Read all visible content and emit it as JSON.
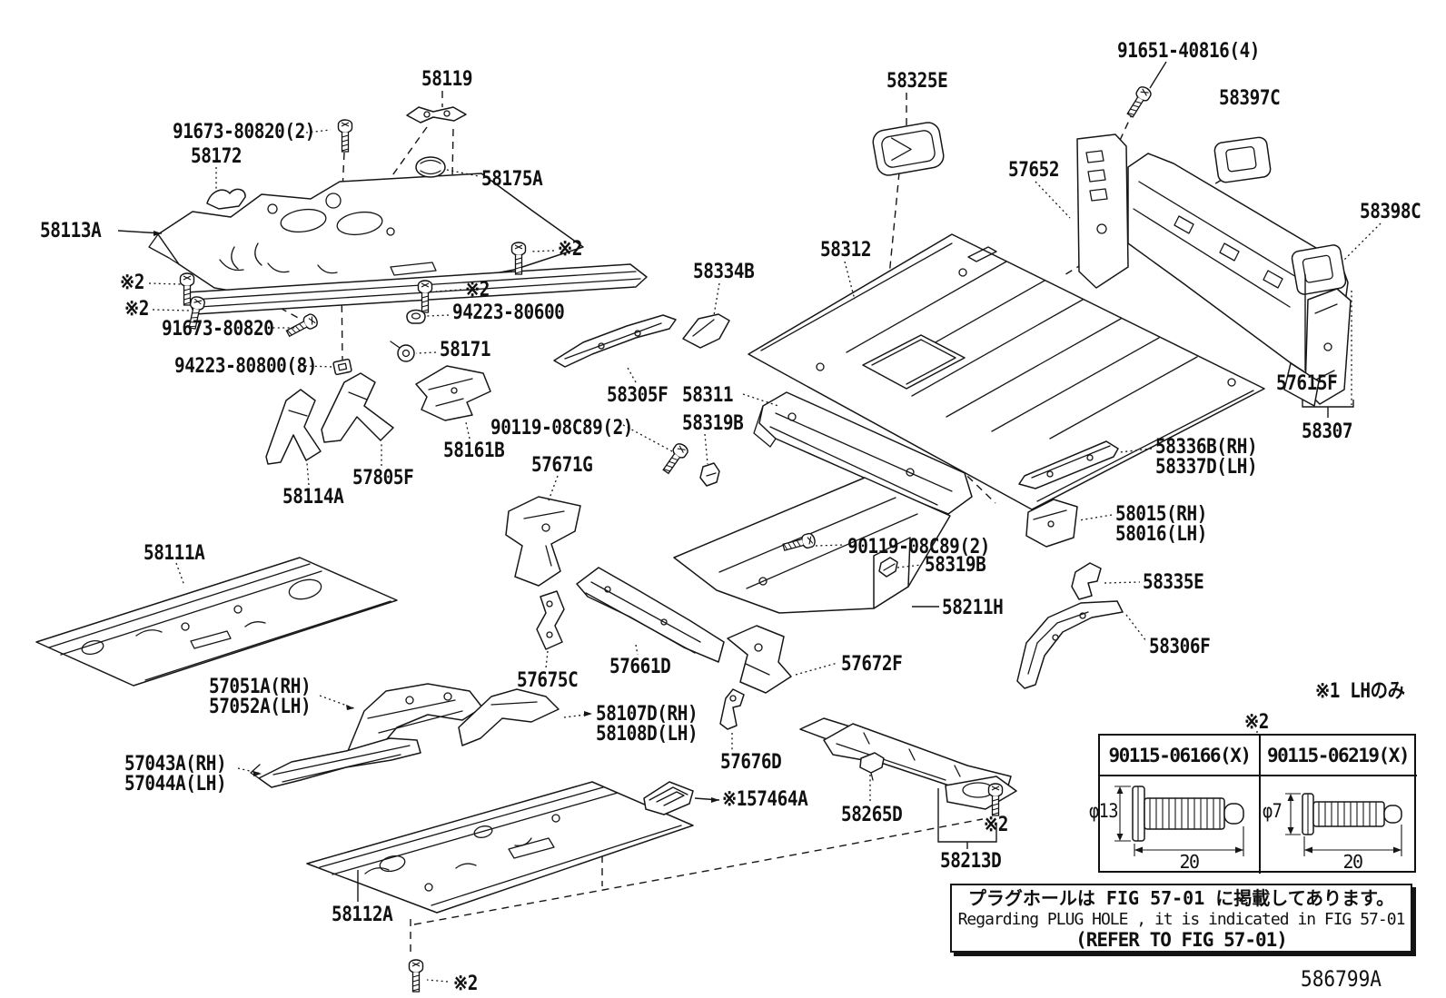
{
  "figure_code": "586799A",
  "callouts": [
    {
      "id": "91651-40816-4",
      "text": "91651-40816(4)"
    },
    {
      "id": "58325E",
      "text": "58325E"
    },
    {
      "id": "58397C",
      "text": "58397C"
    },
    {
      "id": "58119",
      "text": "58119"
    },
    {
      "id": "91673-80820-2",
      "text": "91673-80820(2)"
    },
    {
      "id": "58172",
      "text": "58172"
    },
    {
      "id": "58175A",
      "text": "58175A"
    },
    {
      "id": "57652",
      "text": "57652"
    },
    {
      "id": "58398C",
      "text": "58398C"
    },
    {
      "id": "58113A",
      "text": "58113A"
    },
    {
      "id": "note2-a",
      "text": "※2"
    },
    {
      "id": "58312",
      "text": "58312"
    },
    {
      "id": "58334B",
      "text": "58334B"
    },
    {
      "id": "note2-b",
      "text": "※2"
    },
    {
      "id": "note2-d",
      "text": "※2"
    },
    {
      "id": "note2-c",
      "text": "※2"
    },
    {
      "id": "94223-80600",
      "text": "94223-80600"
    },
    {
      "id": "91673-80820",
      "text": "91673-80820"
    },
    {
      "id": "58171",
      "text": "58171"
    },
    {
      "id": "94223-80800-8",
      "text": "94223-80800(8)"
    },
    {
      "id": "57615F",
      "text": "57615F"
    },
    {
      "id": "58305F",
      "text": "58305F"
    },
    {
      "id": "58311",
      "text": "58311"
    },
    {
      "id": "90119-08C89-2-a",
      "text": "90119-08C89(2)"
    },
    {
      "id": "58319B-a",
      "text": "58319B"
    },
    {
      "id": "58307",
      "text": "58307"
    },
    {
      "id": "58336B-RH",
      "text": "58336B(RH)"
    },
    {
      "id": "58337D-LH",
      "text": "58337D(LH)"
    },
    {
      "id": "58161B",
      "text": "58161B"
    },
    {
      "id": "57671G",
      "text": "57671G"
    },
    {
      "id": "57805F",
      "text": "57805F"
    },
    {
      "id": "58114A",
      "text": "58114A"
    },
    {
      "id": "58015-RH",
      "text": "58015(RH)"
    },
    {
      "id": "58016-LH",
      "text": "58016(LH)"
    },
    {
      "id": "90119-08C89-2-b",
      "text": "90119-08C89(2)"
    },
    {
      "id": "58111A",
      "text": "58111A"
    },
    {
      "id": "58319B-b",
      "text": "58319B"
    },
    {
      "id": "58335E",
      "text": "58335E"
    },
    {
      "id": "58211H",
      "text": "58211H"
    },
    {
      "id": "58306F",
      "text": "58306F"
    },
    {
      "id": "57661D",
      "text": "57661D"
    },
    {
      "id": "57672F",
      "text": "57672F"
    },
    {
      "id": "57675C",
      "text": "57675C"
    },
    {
      "id": "57051A-RH",
      "text": "57051A(RH)"
    },
    {
      "id": "57052A-LH",
      "text": "57052A(LH)"
    },
    {
      "id": "note1-lh-only",
      "text": "※1 LHのみ"
    },
    {
      "id": "58107D-RH",
      "text": "58107D(RH)"
    },
    {
      "id": "note2-table",
      "text": "※2"
    },
    {
      "id": "58108D-LH",
      "text": "58108D(LH)"
    },
    {
      "id": "57043A-RH",
      "text": "57043A(RH)"
    },
    {
      "id": "57676D",
      "text": "57676D"
    },
    {
      "id": "57044A-LH",
      "text": "57044A(LH)"
    },
    {
      "id": "note1-57464A",
      "text": "※157464A"
    },
    {
      "id": "58265D",
      "text": "58265D"
    },
    {
      "id": "note2-e",
      "text": "※2"
    },
    {
      "id": "58213D",
      "text": "58213D"
    },
    {
      "id": "58112A",
      "text": "58112A"
    },
    {
      "id": "note2-f",
      "text": "※2"
    }
  ],
  "fastener_table": {
    "marker": "※2",
    "columns": [
      {
        "part_number": "90115-06166(X)",
        "diameter": "φ13",
        "length": "20"
      },
      {
        "part_number": "90115-06219(X)",
        "diameter": "φ7",
        "length": "20"
      }
    ]
  },
  "plug_note": {
    "jp": "プラグホールは FIG 57-01 に掲載してあります。",
    "en": "Regarding PLUG HOLE , it is indicated in FIG 57-01",
    "ref": "(REFER TO FIG 57-01)"
  }
}
